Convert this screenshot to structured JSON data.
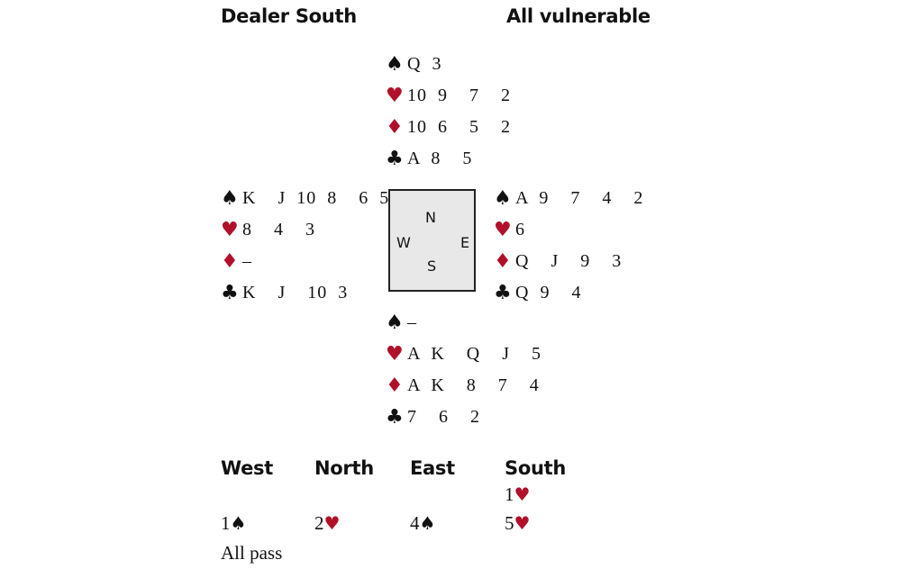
{
  "header": {
    "dealer": "Dealer South",
    "vulnerability": "All vulnerable"
  },
  "colors": {
    "red": "#b0102a",
    "black": "#111111",
    "compass_bg": "#e8e8e8"
  },
  "compass": {
    "n": "N",
    "e": "E",
    "s": "S",
    "w": "W"
  },
  "suit_symbols": {
    "spades": "♠",
    "hearts": "♥",
    "diamonds": "♦",
    "clubs": "♣"
  },
  "hands": {
    "north": {
      "spades": "Q 3",
      "hearts": "10 9  7  2",
      "diamonds": "10 6  5  2",
      "clubs": "A 8  5"
    },
    "west": {
      "spades": "K  J 10 8  6 5",
      "hearts": "8  4  3",
      "diamonds": "–",
      "clubs": "K  J  10 3"
    },
    "east": {
      "spades": "A 9  7  4  2",
      "hearts": "6",
      "diamonds": "Q  J  9  3",
      "clubs": "Q 9  4"
    },
    "south": {
      "spades": "–",
      "hearts": "A K  Q  J  5",
      "diamonds": "A K  8  7  4",
      "clubs": "7  6  2"
    }
  },
  "auction": {
    "headers": [
      "West",
      "North",
      "East",
      "South"
    ],
    "rows": [
      [
        null,
        null,
        null,
        {
          "level": "1",
          "suit": "hearts"
        }
      ],
      [
        {
          "level": "1",
          "suit": "spades"
        },
        {
          "level": "2",
          "suit": "hearts"
        },
        {
          "level": "4",
          "suit": "spades"
        },
        {
          "level": "5",
          "suit": "hearts"
        }
      ]
    ],
    "final": "All pass"
  }
}
